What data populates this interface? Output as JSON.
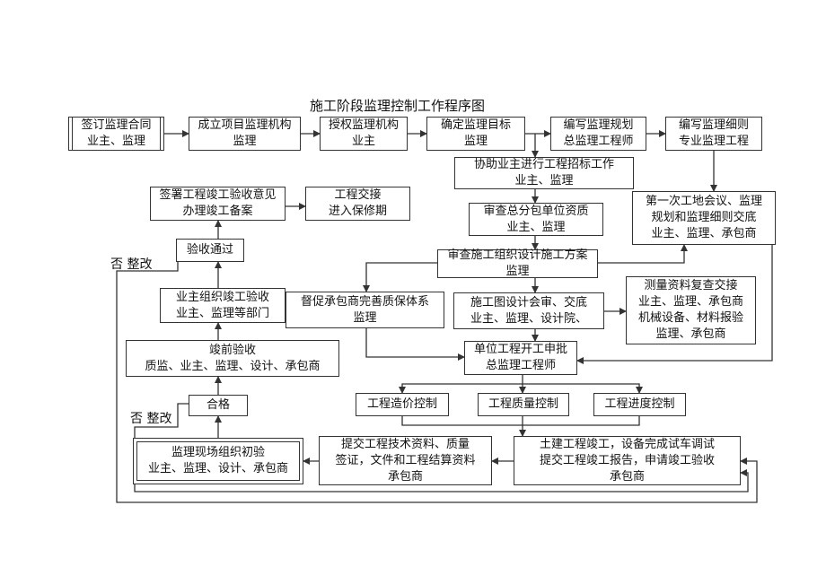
{
  "title": "施工阶段监理控制工作程序图",
  "nodes": {
    "n1": [
      "签订监理合同",
      "业主、监理"
    ],
    "n2": [
      "成立项目监理机构",
      "监理"
    ],
    "n3": [
      "授权监理机构",
      "业主"
    ],
    "n4": [
      "确定监理目标",
      "监理"
    ],
    "n5": [
      "编写监理规划",
      "总监理工程师"
    ],
    "n6": [
      "编写监理细则",
      "专业监理工程"
    ],
    "n7": [
      "协助业主进行工程招标工作",
      "业主、监理"
    ],
    "n8": [
      "审查总分包单位资质",
      "业主、监理"
    ],
    "n9": [
      "第一次工地会议、监理",
      "规划和监理细则交底",
      "业主、监理、承包商"
    ],
    "n10": [
      "审查施工组织设计施工方案",
      "监理"
    ],
    "n11": [
      "督促承包商完善质保体系",
      "监理"
    ],
    "n12": [
      "施工图设计会审、交底",
      "业主、监理、设计院、"
    ],
    "n13": [
      "测量资料复查交接",
      "业主、监理、承包商",
      "机械设备、材料报验",
      "监理、承包商"
    ],
    "n14": [
      "单位工程开工申批",
      "总监理工程师"
    ],
    "n15": [
      "工程造价控制"
    ],
    "n16": [
      "工程质量控制"
    ],
    "n17": [
      "工程进度控制"
    ],
    "n18": [
      "土建工程竣工，设备完成试车调试",
      "提交工程竣工报告，申请竣工验收",
      "承包商"
    ],
    "n19": [
      "提交工程技术资料、质量",
      "签证，文件和工程结算资料",
      "承包商"
    ],
    "n20": [
      "监理现场组织初验",
      "业主、监理、设计、承包商"
    ],
    "n21": [
      "合格"
    ],
    "n22": [
      "竣前验收",
      "质监、业主、监理、设计、承包商"
    ],
    "n23": [
      "业主组织竣工验收",
      "业主、监理等部门"
    ],
    "n24": [
      "验收通过"
    ],
    "n25": [
      "签署工程竣工验收意见",
      "办理竣工备案"
    ],
    "n26": [
      "工程交接",
      "进入保修期"
    ]
  },
  "labels": {
    "rework_upper": "否  整改",
    "rework_lower": "否  整改"
  },
  "colors": {
    "line": "#333333",
    "box_border": "#333333",
    "background": "#ffffff"
  }
}
